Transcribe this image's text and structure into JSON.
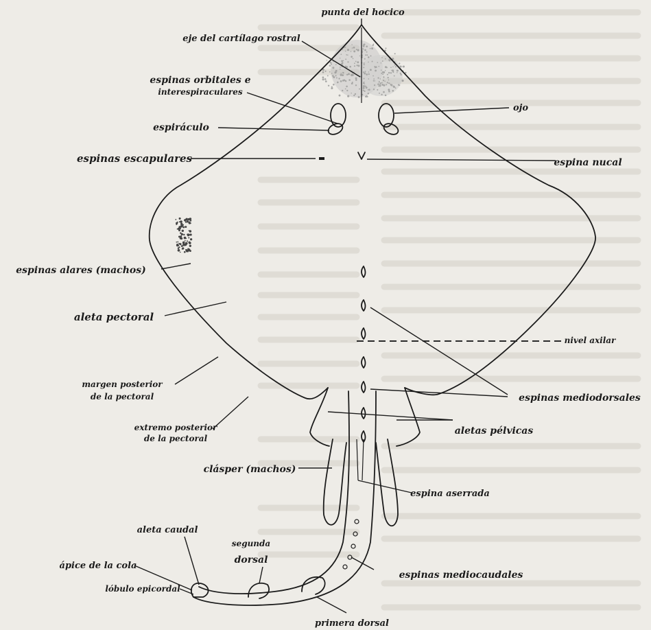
{
  "labels": {
    "punta_hocico": "punta del hocico",
    "eje_cartilago": "eje del cartílago rostral",
    "espinas_orbitales_1": "espinas orbitales e",
    "espinas_orbitales_2": "interespiraculares",
    "ojo": "ojo",
    "espiraculo": "espiráculo",
    "espinas_escapulares": "espinas escapulares",
    "espina_nucal": "espina nucal",
    "espinas_alares": "espinas alares (machos)",
    "aleta_pectoral": "aleta pectoral",
    "nivel_axilar": "nivel axilar",
    "margen_posterior_1": "margen posterior",
    "margen_posterior_2": "de la pectoral",
    "espinas_mediodorsales": "espinas mediodorsales",
    "aletas_pelvicas": "aletas pélvicas",
    "extremo_posterior_1": "extremo posterior",
    "extremo_posterior_2": "de la pectoral",
    "clasper": "clásper (machos)",
    "espina_aserrada": "espina aserrada",
    "aleta_caudal": "aleta caudal",
    "segunda_dorsal_1": "segunda",
    "segunda_dorsal_2": "dorsal",
    "apice_cola": "ápice de la cola",
    "espinas_mediocaudales": "espinas mediocaudales",
    "lobulo_epicordal": "lóbulo epicordal",
    "primera_dorsal": "primera dorsal"
  },
  "colors": {
    "paper": "#eeece7",
    "ink": "#1b1b1b",
    "bleed_text": "#b9b6ae",
    "rostral_stipple": "#8a8a8a",
    "axillary_dash": "#2a2a2a"
  }
}
